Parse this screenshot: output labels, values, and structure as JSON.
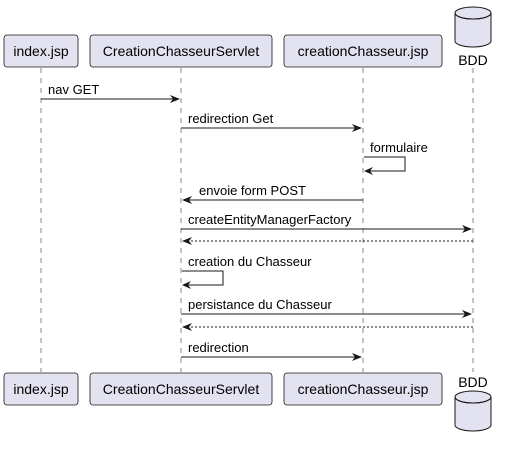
{
  "participants": [
    {
      "id": "index",
      "label": "index.jsp",
      "kind": "participant"
    },
    {
      "id": "servlet",
      "label": "CreationChasseurServlet",
      "kind": "participant"
    },
    {
      "id": "jsp",
      "label": "creationChasseur.jsp",
      "kind": "participant"
    },
    {
      "id": "bdd",
      "label": "BDD",
      "kind": "database"
    }
  ],
  "messages": [
    {
      "from": "index",
      "to": "servlet",
      "label": "nav GET",
      "style": "solid"
    },
    {
      "from": "servlet",
      "to": "jsp",
      "label": "redirection Get",
      "style": "solid"
    },
    {
      "from": "jsp",
      "to": "jsp",
      "label": "formulaire",
      "style": "self"
    },
    {
      "from": "jsp",
      "to": "servlet",
      "label": "envoie form POST",
      "style": "solid"
    },
    {
      "from": "servlet",
      "to": "bdd",
      "label": "createEntityManagerFactory",
      "style": "solid"
    },
    {
      "from": "bdd",
      "to": "servlet",
      "label": "",
      "style": "dashed"
    },
    {
      "from": "servlet",
      "to": "servlet",
      "label": "creation du Chasseur",
      "style": "self"
    },
    {
      "from": "servlet",
      "to": "bdd",
      "label": "persistance du Chasseur",
      "style": "solid"
    },
    {
      "from": "bdd",
      "to": "servlet",
      "label": "",
      "style": "dashed"
    },
    {
      "from": "servlet",
      "to": "jsp",
      "label": "redirection",
      "style": "solid"
    }
  ]
}
